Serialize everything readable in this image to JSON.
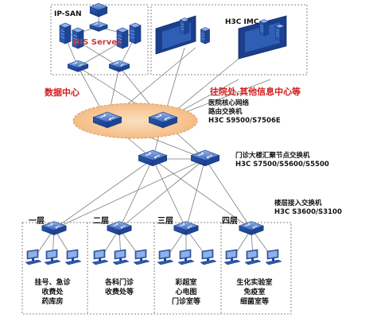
{
  "top_left_zone": {
    "label": "IP-SAN",
    "server_label": "HIS Server"
  },
  "top_right_zone": {
    "label": "H3C IMC"
  },
  "data_center_label": "数据中心",
  "branch_label": "往院处,其他信息中心等",
  "core": {
    "line1": "医院核心网络",
    "line2": "路由交换机",
    "line3": "H3C S9500/S7506E"
  },
  "aggregation": {
    "line1": "门诊大楼汇聚节点交换机",
    "line2": "H3C S7500/S5600/S5500"
  },
  "access": {
    "line1": "楼层接入交换机",
    "line2": "H3C S3600/S3100"
  },
  "floors": [
    {
      "name": "一层",
      "depts": [
        "挂号、急诊",
        "收费处",
        "药库房"
      ]
    },
    {
      "name": "二层",
      "depts": [
        "各科门诊",
        "收费处等"
      ]
    },
    {
      "name": "三层",
      "depts": [
        "彩超室",
        "心电图",
        "门诊室等"
      ]
    },
    {
      "name": "四层",
      "depts": [
        "生化实验室",
        "免疫室",
        "细菌室等"
      ]
    }
  ],
  "colors": {
    "device_blue": "#1f4fa3",
    "device_light": "#6f93d6",
    "core_oval": "#f6c38f",
    "red_label": "#d21a1a",
    "line": "#7d7d7d"
  }
}
